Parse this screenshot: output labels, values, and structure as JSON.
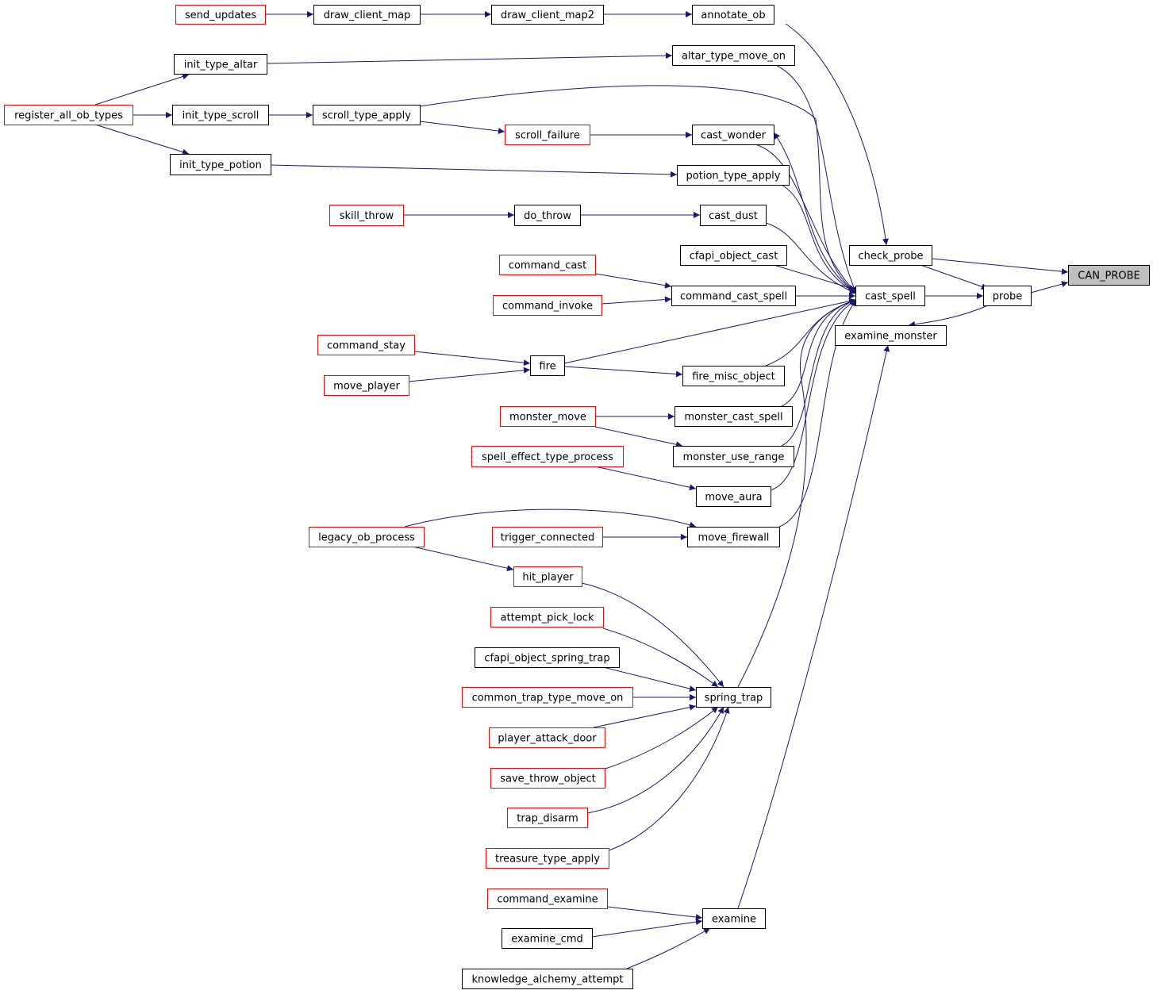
{
  "colors": {
    "edge": "#191970",
    "normal_border": "#000000",
    "link_border": "#ff0000",
    "highlight_fill": "#bfbfbf",
    "node_fill": "#ffffff"
  },
  "nodes": [
    {
      "id": "send_updates",
      "label": "send_updates",
      "style": "link"
    },
    {
      "id": "draw_client_map",
      "label": "draw_client_map",
      "style": "normal"
    },
    {
      "id": "draw_client_map2",
      "label": "draw_client_map2",
      "style": "normal"
    },
    {
      "id": "annotate_ob",
      "label": "annotate_ob",
      "style": "normal"
    },
    {
      "id": "init_type_altar",
      "label": "init_type_altar",
      "style": "normal"
    },
    {
      "id": "altar_type_move_on",
      "label": "altar_type_move_on",
      "style": "normal"
    },
    {
      "id": "register_all_ob_types",
      "label": "register_all_ob_types",
      "style": "link"
    },
    {
      "id": "init_type_scroll",
      "label": "init_type_scroll",
      "style": "normal"
    },
    {
      "id": "scroll_type_apply",
      "label": "scroll_type_apply",
      "style": "normal"
    },
    {
      "id": "scroll_failure",
      "label": "scroll_failure",
      "style": "link"
    },
    {
      "id": "cast_wonder",
      "label": "cast_wonder",
      "style": "normal"
    },
    {
      "id": "init_type_potion",
      "label": "init_type_potion",
      "style": "normal"
    },
    {
      "id": "potion_type_apply",
      "label": "potion_type_apply",
      "style": "normal"
    },
    {
      "id": "skill_throw",
      "label": "skill_throw",
      "style": "link"
    },
    {
      "id": "do_throw",
      "label": "do_throw",
      "style": "normal"
    },
    {
      "id": "cast_dust",
      "label": "cast_dust",
      "style": "normal"
    },
    {
      "id": "check_probe",
      "label": "check_probe",
      "style": "normal"
    },
    {
      "id": "CAN_PROBE",
      "label": "CAN_PROBE",
      "style": "highlight"
    },
    {
      "id": "cfapi_object_cast",
      "label": "cfapi_object_cast",
      "style": "normal"
    },
    {
      "id": "command_cast",
      "label": "command_cast",
      "style": "link"
    },
    {
      "id": "command_cast_spell",
      "label": "command_cast_spell",
      "style": "normal"
    },
    {
      "id": "cast_spell",
      "label": "cast_spell",
      "style": "normal"
    },
    {
      "id": "probe",
      "label": "probe",
      "style": "normal"
    },
    {
      "id": "command_invoke",
      "label": "command_invoke",
      "style": "link"
    },
    {
      "id": "examine_monster",
      "label": "examine_monster",
      "style": "normal"
    },
    {
      "id": "command_stay",
      "label": "command_stay",
      "style": "link"
    },
    {
      "id": "fire",
      "label": "fire",
      "style": "normal"
    },
    {
      "id": "move_player",
      "label": "move_player",
      "style": "link"
    },
    {
      "id": "fire_misc_object",
      "label": "fire_misc_object",
      "style": "normal"
    },
    {
      "id": "monster_move",
      "label": "monster_move",
      "style": "link"
    },
    {
      "id": "monster_cast_spell",
      "label": "monster_cast_spell",
      "style": "normal"
    },
    {
      "id": "monster_use_range",
      "label": "monster_use_range",
      "style": "normal"
    },
    {
      "id": "spell_effect_type_process",
      "label": "spell_effect_type_process",
      "style": "link"
    },
    {
      "id": "move_aura",
      "label": "move_aura",
      "style": "normal"
    },
    {
      "id": "legacy_ob_process",
      "label": "legacy_ob_process",
      "style": "link"
    },
    {
      "id": "trigger_connected",
      "label": "trigger_connected",
      "style": "link"
    },
    {
      "id": "move_firewall",
      "label": "move_firewall",
      "style": "normal"
    },
    {
      "id": "hit_player",
      "label": "hit_player",
      "style": "link"
    },
    {
      "id": "attempt_pick_lock",
      "label": "attempt_pick_lock",
      "style": "link"
    },
    {
      "id": "cfapi_object_spring_trap",
      "label": "cfapi_object_spring_trap",
      "style": "normal"
    },
    {
      "id": "common_trap_type_move_on",
      "label": "common_trap_type_move_on",
      "style": "link"
    },
    {
      "id": "spring_trap",
      "label": "spring_trap",
      "style": "normal"
    },
    {
      "id": "player_attack_door",
      "label": "player_attack_door",
      "style": "link"
    },
    {
      "id": "save_throw_object",
      "label": "save_throw_object",
      "style": "link"
    },
    {
      "id": "trap_disarm",
      "label": "trap_disarm",
      "style": "link"
    },
    {
      "id": "treasure_type_apply",
      "label": "treasure_type_apply",
      "style": "link"
    },
    {
      "id": "command_examine",
      "label": "command_examine",
      "style": "link"
    },
    {
      "id": "examine",
      "label": "examine",
      "style": "normal"
    },
    {
      "id": "examine_cmd",
      "label": "examine_cmd",
      "style": "normal"
    },
    {
      "id": "knowledge_alchemy_attempt",
      "label": "knowledge_alchemy_attempt",
      "style": "normal"
    }
  ],
  "edges": [
    {
      "from": "send_updates",
      "to": "draw_client_map"
    },
    {
      "from": "draw_client_map",
      "to": "draw_client_map2"
    },
    {
      "from": "draw_client_map2",
      "to": "annotate_ob"
    },
    {
      "from": "annotate_ob",
      "to": "check_probe"
    },
    {
      "from": "init_type_altar",
      "to": "altar_type_move_on"
    },
    {
      "from": "register_all_ob_types",
      "to": "init_type_altar"
    },
    {
      "from": "register_all_ob_types",
      "to": "init_type_scroll"
    },
    {
      "from": "register_all_ob_types",
      "to": "init_type_potion"
    },
    {
      "from": "init_type_scroll",
      "to": "scroll_type_apply"
    },
    {
      "from": "scroll_type_apply",
      "to": "scroll_failure"
    },
    {
      "from": "scroll_type_apply",
      "to": "cast_spell"
    },
    {
      "from": "scroll_failure",
      "to": "cast_wonder"
    },
    {
      "from": "init_type_potion",
      "to": "potion_type_apply"
    },
    {
      "from": "skill_throw",
      "to": "do_throw"
    },
    {
      "from": "do_throw",
      "to": "cast_dust"
    },
    {
      "from": "altar_type_move_on",
      "to": "cast_spell"
    },
    {
      "from": "cast_wonder",
      "to": "cast_spell"
    },
    {
      "from": "cast_spell",
      "to": "cast_wonder"
    },
    {
      "from": "potion_type_apply",
      "to": "cast_spell"
    },
    {
      "from": "cast_dust",
      "to": "cast_spell"
    },
    {
      "from": "cfapi_object_cast",
      "to": "cast_spell"
    },
    {
      "from": "command_cast",
      "to": "command_cast_spell"
    },
    {
      "from": "command_invoke",
      "to": "command_cast_spell"
    },
    {
      "from": "command_cast_spell",
      "to": "cast_spell"
    },
    {
      "from": "command_stay",
      "to": "fire"
    },
    {
      "from": "move_player",
      "to": "fire"
    },
    {
      "from": "fire",
      "to": "cast_spell"
    },
    {
      "from": "fire",
      "to": "fire_misc_object"
    },
    {
      "from": "fire_misc_object",
      "to": "cast_spell"
    },
    {
      "from": "monster_move",
      "to": "monster_cast_spell"
    },
    {
      "from": "monster_move",
      "to": "monster_use_range"
    },
    {
      "from": "monster_cast_spell",
      "to": "cast_spell"
    },
    {
      "from": "monster_use_range",
      "to": "cast_spell"
    },
    {
      "from": "spell_effect_type_process",
      "to": "move_aura"
    },
    {
      "from": "move_aura",
      "to": "cast_spell"
    },
    {
      "from": "legacy_ob_process",
      "to": "move_firewall"
    },
    {
      "from": "legacy_ob_process",
      "to": "hit_player"
    },
    {
      "from": "trigger_connected",
      "to": "move_firewall"
    },
    {
      "from": "move_firewall",
      "to": "cast_spell"
    },
    {
      "from": "spring_trap",
      "to": "cast_spell"
    },
    {
      "from": "hit_player",
      "to": "spring_trap"
    },
    {
      "from": "attempt_pick_lock",
      "to": "spring_trap"
    },
    {
      "from": "cfapi_object_spring_trap",
      "to": "spring_trap"
    },
    {
      "from": "common_trap_type_move_on",
      "to": "spring_trap"
    },
    {
      "from": "player_attack_door",
      "to": "spring_trap"
    },
    {
      "from": "save_throw_object",
      "to": "spring_trap"
    },
    {
      "from": "trap_disarm",
      "to": "spring_trap"
    },
    {
      "from": "treasure_type_apply",
      "to": "spring_trap"
    },
    {
      "from": "cast_spell",
      "to": "probe"
    },
    {
      "from": "check_probe",
      "to": "probe"
    },
    {
      "from": "check_probe",
      "to": "CAN_PROBE"
    },
    {
      "from": "probe",
      "to": "CAN_PROBE"
    },
    {
      "from": "probe",
      "to": "examine_monster"
    },
    {
      "from": "examine",
      "to": "examine_monster"
    },
    {
      "from": "command_examine",
      "to": "examine"
    },
    {
      "from": "examine_cmd",
      "to": "examine"
    },
    {
      "from": "knowledge_alchemy_attempt",
      "to": "examine"
    }
  ]
}
